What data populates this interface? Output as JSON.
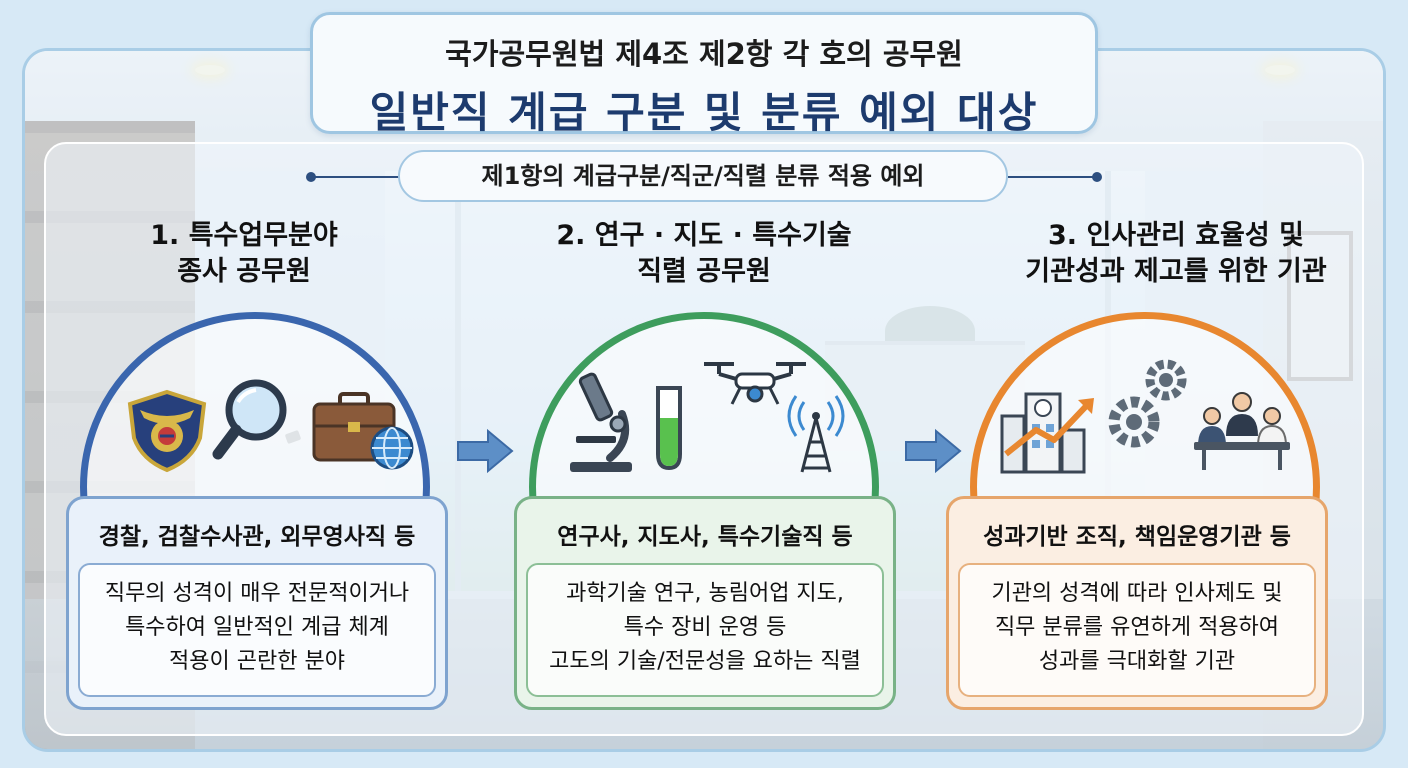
{
  "title": {
    "line1": "국가공무원법 제4조 제2항 각 호의 공무원",
    "line2": "일반직 계급 구분 및 분류 예외 대상"
  },
  "subtitle": "제1항의 계급구분/직군/직렬 분류 적용 예외",
  "colors": {
    "blue": "#3a66ae",
    "green": "#3e9d5d",
    "orange": "#e8872f",
    "navy": "#1d3b6e"
  },
  "columns": [
    {
      "title_lines": [
        "1. 특수업무분야",
        "종사 공무원"
      ],
      "icons": [
        "police-badge-icon",
        "magnifier-icon",
        "briefcase-globe-icon"
      ],
      "examples": "경찰, 검찰수사관, 외무영사직 등",
      "description_lines": [
        "직무의 성격이 매우 전문적이거나",
        "특수하여 일반적인 계급 체계",
        "적용이 곤란한 분야"
      ]
    },
    {
      "title_lines": [
        "2. 연구 · 지도 · 특수기술",
        "직렬 공무원"
      ],
      "icons": [
        "microscope-icon",
        "test-tube-icon",
        "drone-icon",
        "radio-tower-icon"
      ],
      "examples": "연구사, 지도사, 특수기술직 등",
      "description_lines": [
        "과학기술 연구, 농림어업 지도,",
        "특수 장비 운영 등",
        "고도의 기술/전문성을 요하는 직렬"
      ]
    },
    {
      "title_lines": [
        "3. 인사관리 효율성 및",
        "기관성과 제고를 위한 기관"
      ],
      "icons": [
        "building-growth-icon",
        "gears-icon",
        "meeting-people-icon"
      ],
      "examples": "성과기반 조직, 책임운영기관 등",
      "description_lines": [
        "기관의 성격에 따라 인사제도 및",
        "직무 분류를 유연하게 적용하여",
        "성과를 극대화할 기관"
      ]
    }
  ]
}
